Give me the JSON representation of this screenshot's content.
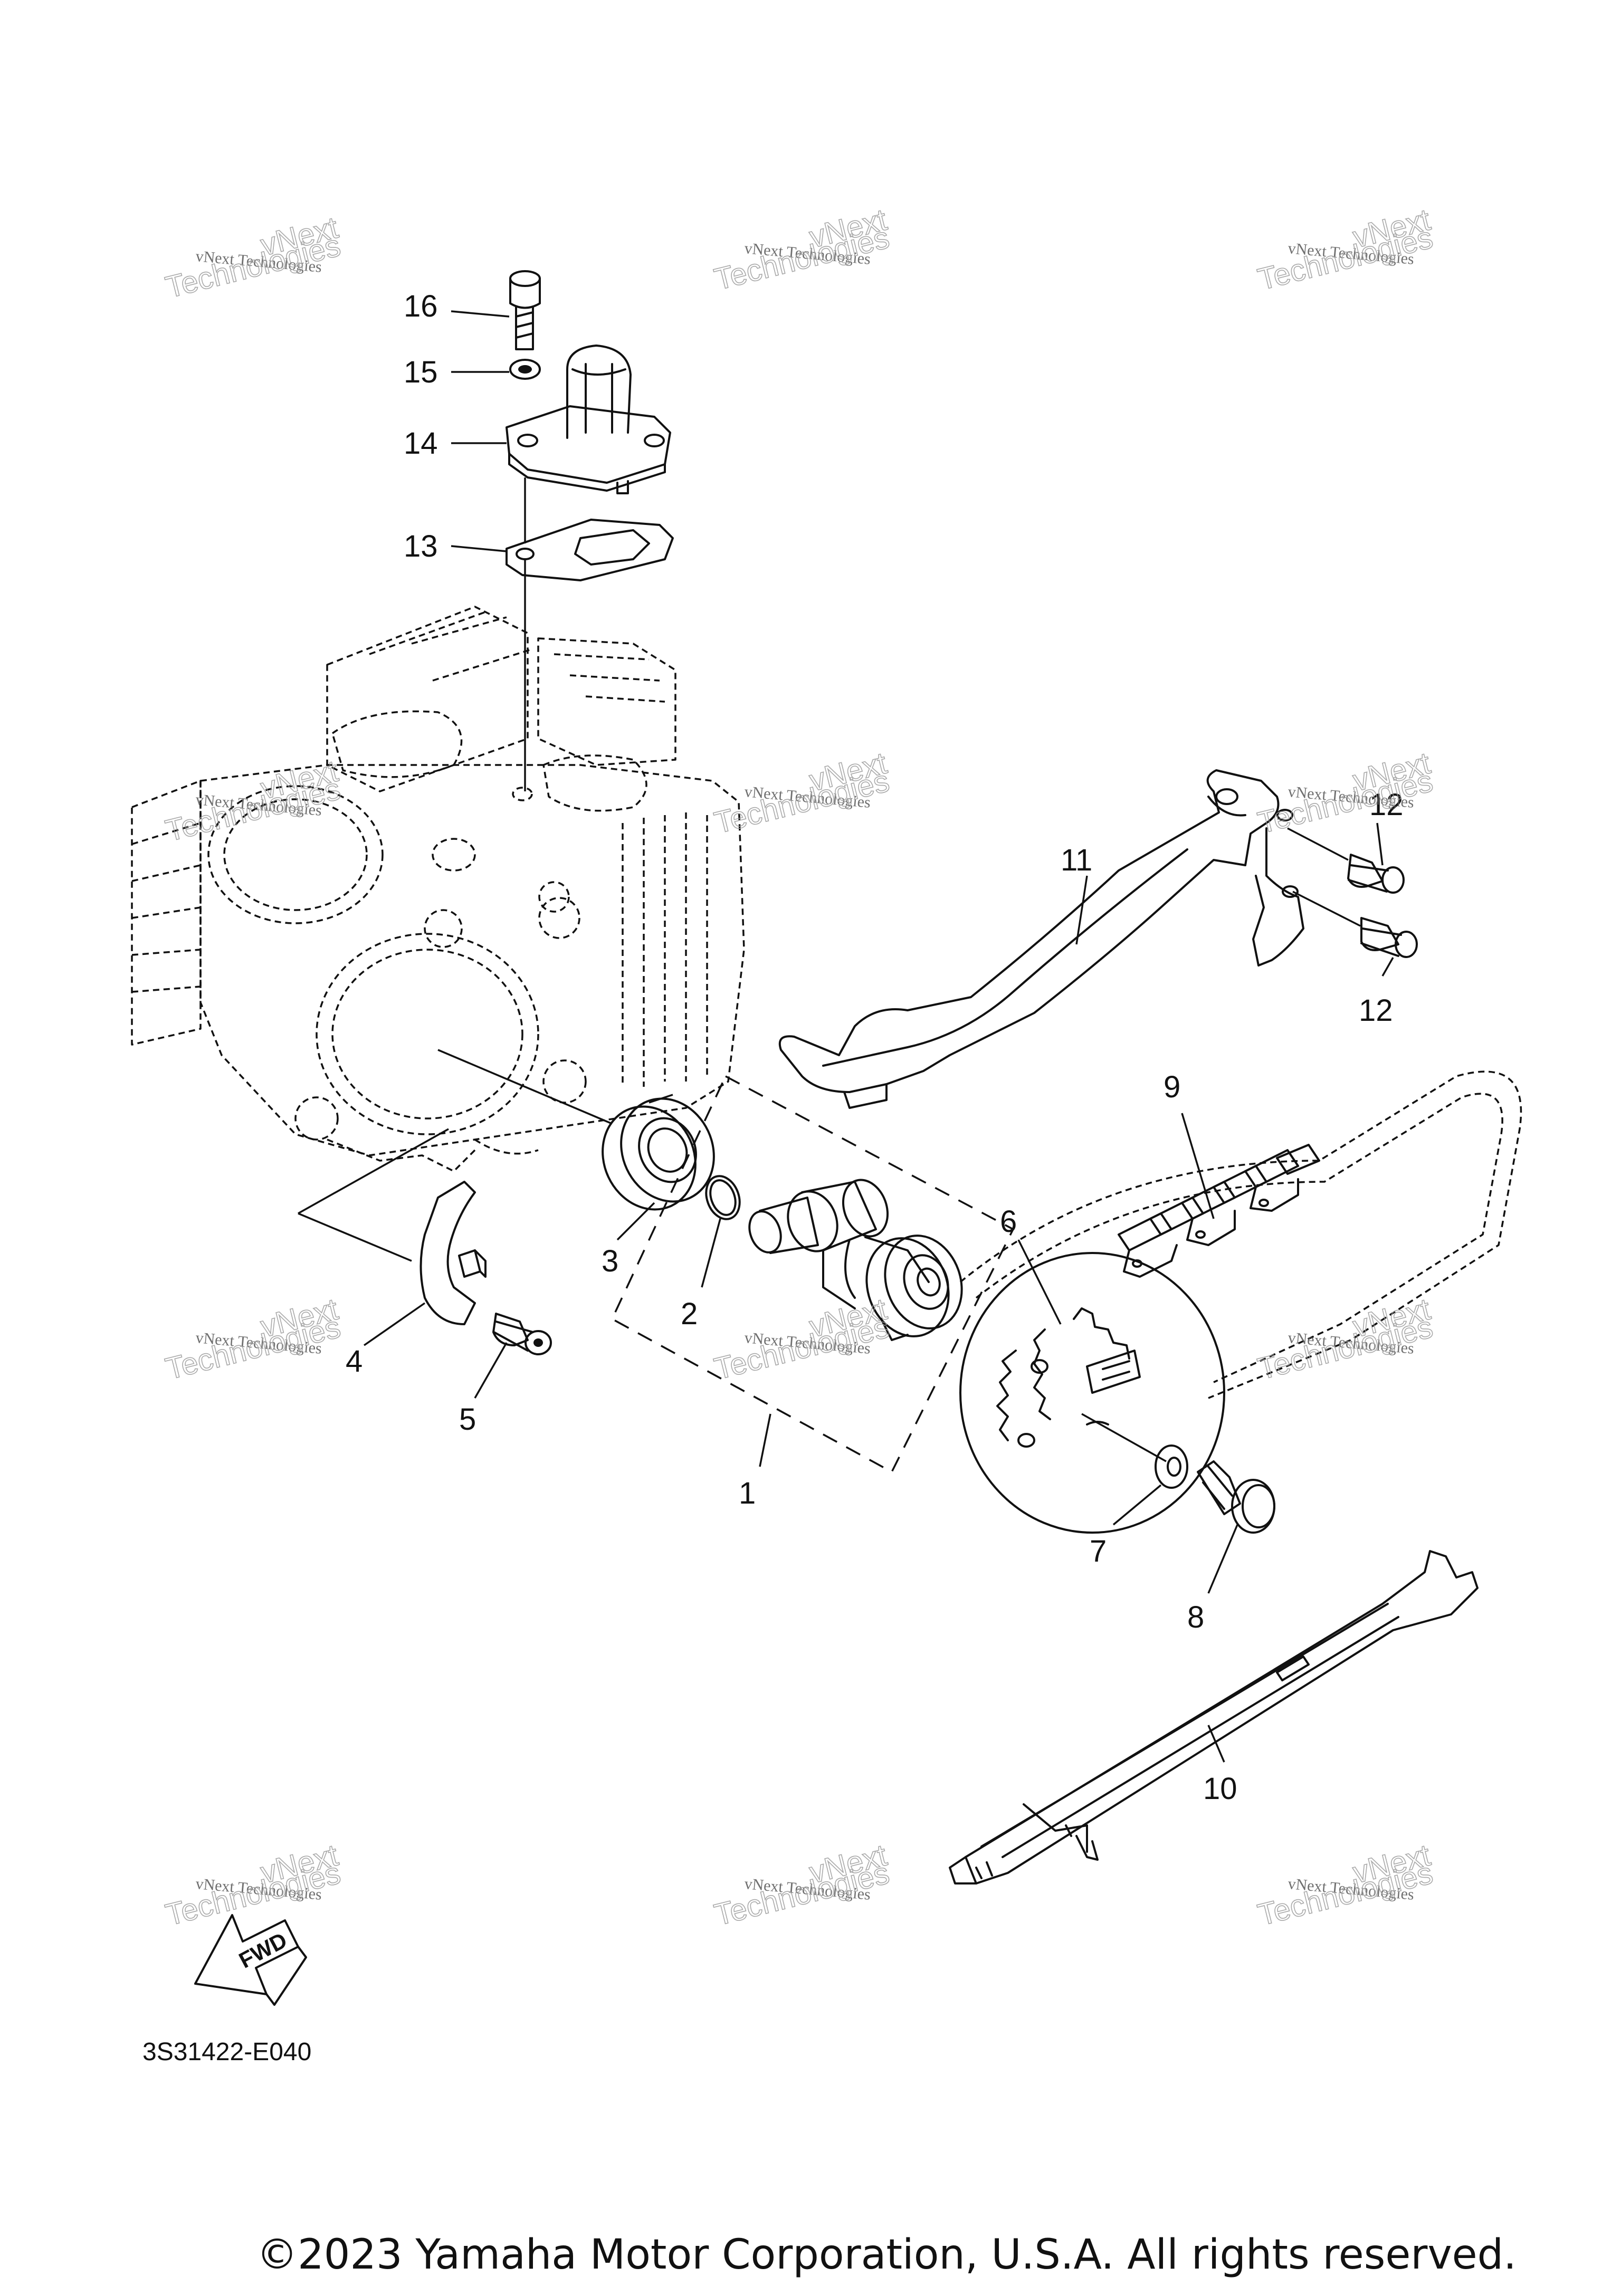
{
  "diagram": {
    "callouts": [
      {
        "id": "1",
        "label": "1"
      },
      {
        "id": "2",
        "label": "2"
      },
      {
        "id": "3",
        "label": "3"
      },
      {
        "id": "4",
        "label": "4"
      },
      {
        "id": "5",
        "label": "5"
      },
      {
        "id": "6",
        "label": "6"
      },
      {
        "id": "7",
        "label": "7"
      },
      {
        "id": "8",
        "label": "8"
      },
      {
        "id": "9",
        "label": "9"
      },
      {
        "id": "10",
        "label": "10"
      },
      {
        "id": "11",
        "label": "11"
      },
      {
        "id": "12a",
        "label": "12"
      },
      {
        "id": "12b",
        "label": "12"
      },
      {
        "id": "13",
        "label": "13"
      },
      {
        "id": "14",
        "label": "14"
      },
      {
        "id": "15",
        "label": "15"
      },
      {
        "id": "16",
        "label": "16"
      }
    ],
    "fwd_label": "FWD",
    "drawing_code": "3S31422-E040"
  },
  "watermark": {
    "line1": "vNext Technologies",
    "line2": "vNext",
    "line3": "Technologies"
  },
  "footer": {
    "copyright": "©2023 Yamaha Motor Corporation, U.S.A. All rights reserved."
  }
}
